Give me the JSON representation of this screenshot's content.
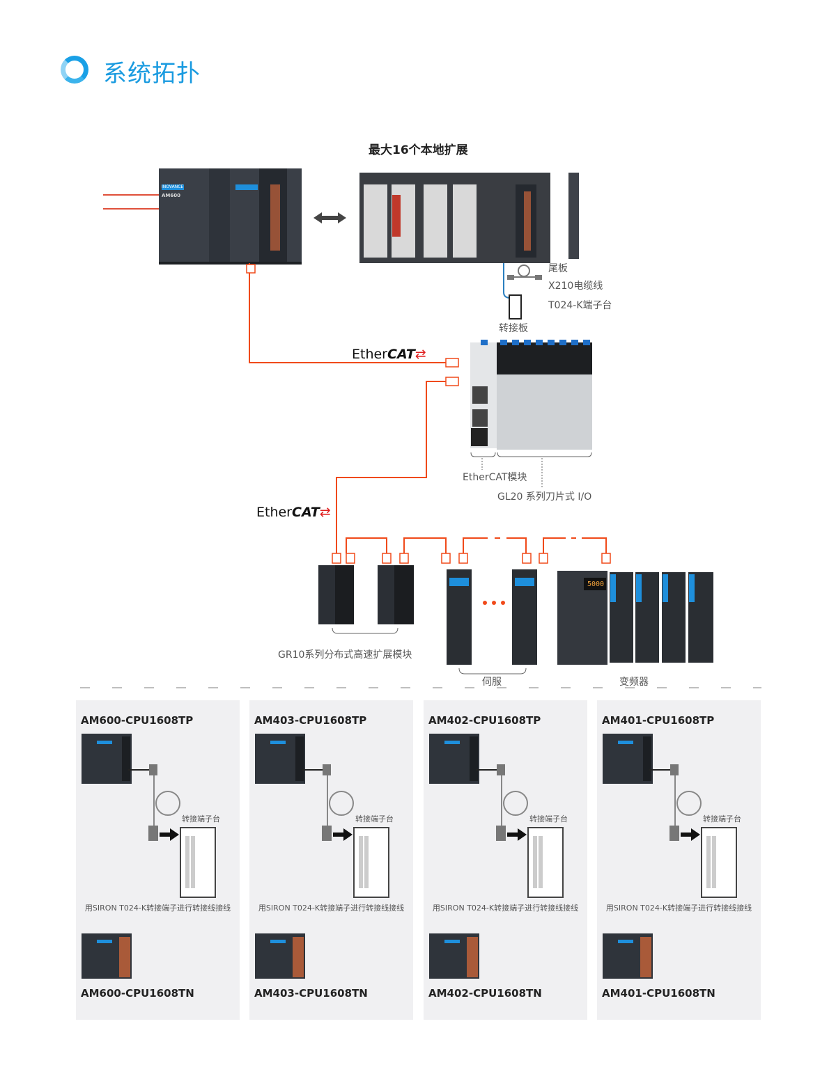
{
  "header": {
    "title": "系统拓扑",
    "accent": "#1a9be0"
  },
  "diagram": {
    "expansion_title": "最大16个本地扩展",
    "plc_brand": "INOVANCE",
    "plc_model": "AM600",
    "labels": {
      "tail_plate": "尾板",
      "cable": "X210电缆线",
      "terminal": "T024-K端子台",
      "adapter": "转接板",
      "ethercat_module": "EtherCAT模块",
      "gl20": "GL20 系列刀片式 I/O",
      "gr10": "GR10系列分布式高速扩展模块",
      "servo": "伺服",
      "vfd": "变频器"
    },
    "ethercat_logo": {
      "prefix": "Ether",
      "suffix": "CAT"
    },
    "vfd_display": "5000",
    "link_color": "#f04a1a",
    "cable_color": "#2a7fc0"
  },
  "cards": [
    {
      "top": "AM600-CPU1608TP",
      "terminal": "转接端子台",
      "caption": "用SIRON T024-K转接端子进行转接线接线",
      "bottom": "AM600-CPU1608TN"
    },
    {
      "top": "AM403-CPU1608TP",
      "terminal": "转接端子台",
      "caption": "用SIRON T024-K转接端子进行转接线接线",
      "bottom": "AM403-CPU1608TN"
    },
    {
      "top": "AM402-CPU1608TP",
      "terminal": "转接端子台",
      "caption": "用SIRON T024-K转接端子进行转接线接线",
      "bottom": "AM402-CPU1608TN"
    },
    {
      "top": "AM401-CPU1608TP",
      "terminal": "转接端子台",
      "caption": "用SIRON T024-K转接端子进行转接线接线",
      "bottom": "AM401-CPU1608TN"
    }
  ]
}
